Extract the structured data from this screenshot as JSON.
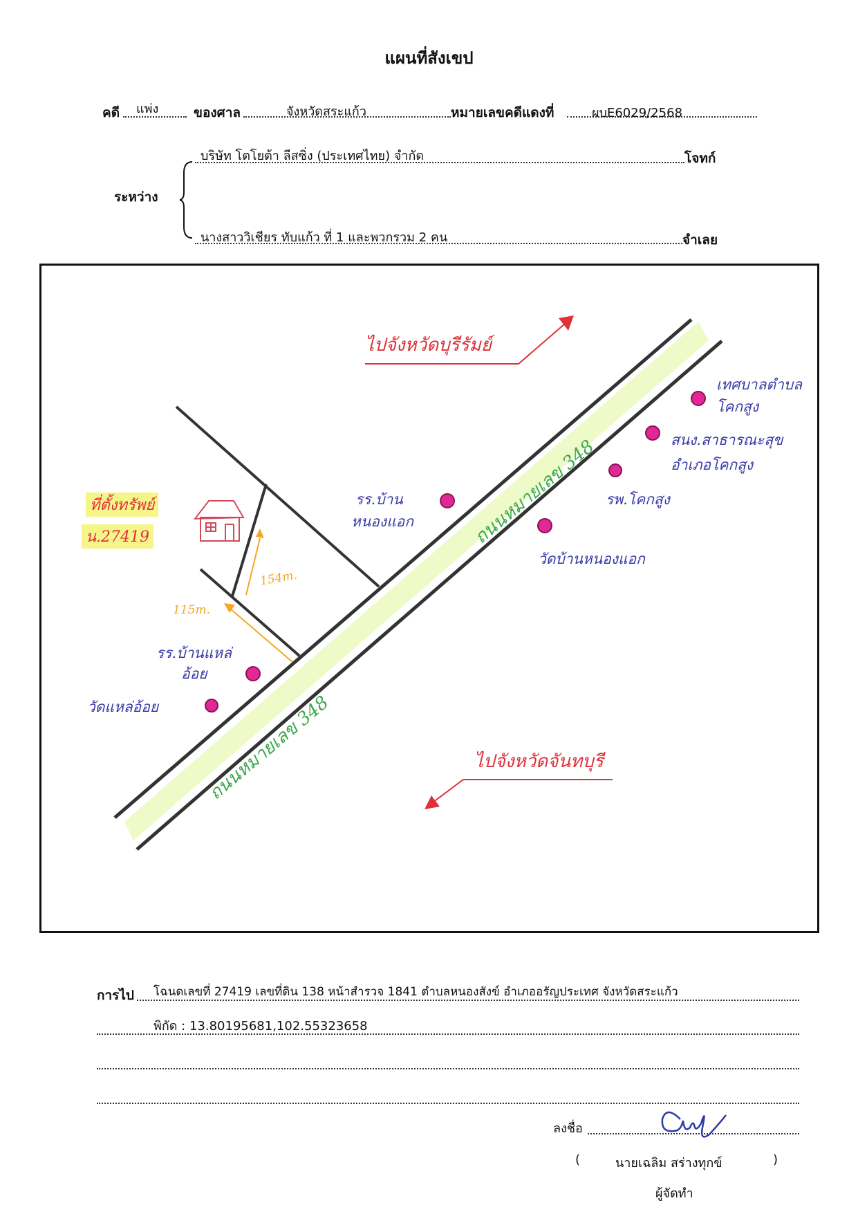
{
  "document": {
    "title": "แผนที่สังเขป",
    "case_label": "คดี",
    "case_type": "แพ่ง",
    "court_label": "ของศาล",
    "court": "จังหวัดสระแก้ว",
    "case_no_label": "หมายเลขคดีแดงที่",
    "case_no": "ผบE6029/2568",
    "between_label": "ระหว่าง",
    "plaintiff": "บริษัท โตโยต้า ลีสซิ่ง (ประเทศไทย) จำกัด",
    "plaintiff_label": "โจทก์",
    "defendant": "นางสาววิเชียร ทับแก้ว ที่ 1 และพวกรวม 2 คน",
    "defendant_label": "จำเลย"
  },
  "map": {
    "to_buriram": "ไปจังหวัดบุรีรัมย์",
    "to_chanthaburi": "ไปจังหวัดจันทบุรี",
    "road_label_upper": "ถนนหมายเลข 348",
    "road_label_lower": "ถนนหมายเลข 348",
    "property_label": "ที่ตั้งทรัพย์",
    "property_deed": "น.27419",
    "dist_154": "154m.",
    "dist_115": "115m.",
    "lm_municipality_1": "เทศบาลตำบล",
    "lm_municipality_2": "โคกสูง",
    "lm_health_1": "สนง.สาธารณะสุข",
    "lm_health_2": "อำเภอโคกสูง",
    "lm_hospital": "รพ.โคกสูง",
    "lm_school_nongaek_1": "รร.บ้าน",
    "lm_school_nongaek_2": "หนองแอก",
    "lm_temple_nongaek": "วัดบ้านหนองแอก",
    "lm_school_laeoi_1": "รร.บ้านแหล่",
    "lm_school_laeoi_2": "อ้อย",
    "lm_temple_laeoi": "วัดแหล่อ้อย",
    "colors": {
      "road_fill": "#eefac8",
      "red_text": "#e0303a",
      "blue_text": "#3a3aa8",
      "green_text": "#3aa84a",
      "dot": "#e02896",
      "arrow": "#f5a623"
    }
  },
  "directions": {
    "label": "การไป",
    "line1": "โฉนดเลขที่ 27419 เลขที่ดิน 138 หน้าสำรวจ 1841 ตำบลหนองสังข์ อำเภออรัญประเทศ จังหวัดสระแก้ว",
    "line2": "พิกัด : 13.80195681,102.55323658"
  },
  "signature": {
    "sign_label": "ลงชื่อ",
    "open_paren": "(",
    "name": "นายเฉลิม สร่างทุกข์",
    "close_paren": ")",
    "role": "ผู้จัดทำ"
  }
}
